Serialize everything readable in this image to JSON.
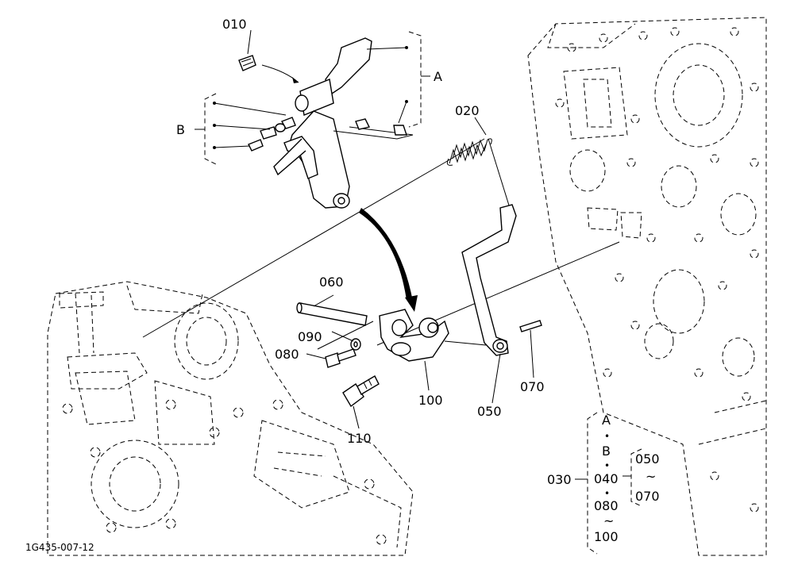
{
  "labels": {
    "p010": "010",
    "p020": "020",
    "p050": "050",
    "p060": "060",
    "p070": "070",
    "p080": "080",
    "p090": "090",
    "p100": "100",
    "p110": "110",
    "groupA": "A",
    "groupB": "B"
  },
  "legend": {
    "assembly": "030",
    "a": "A",
    "dot1": "•",
    "b": "B",
    "dot2": "•",
    "p040": "040",
    "dot3": "•",
    "p080": "080",
    "tilde1": "~",
    "p100": "100",
    "r050": "050",
    "tilde2": "~",
    "r070": "070"
  },
  "figure_id": "1G435-007-12"
}
